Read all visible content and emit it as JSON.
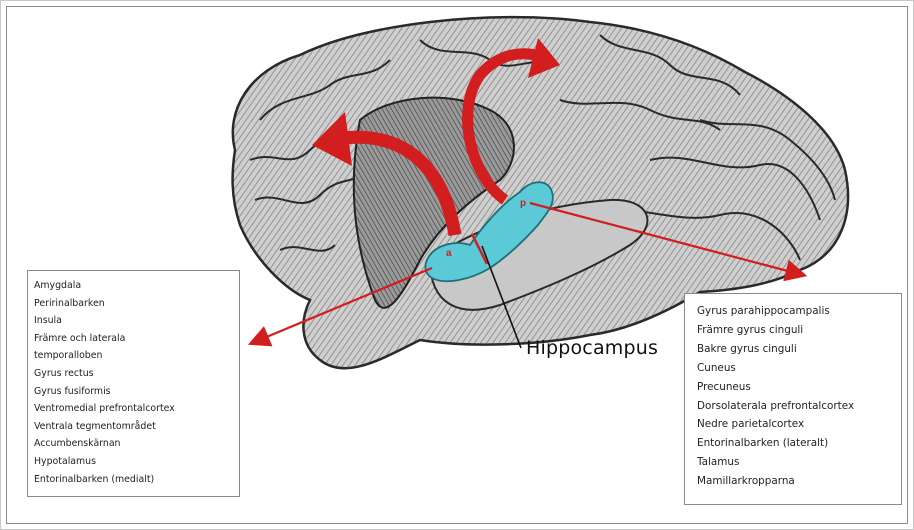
{
  "diagram": {
    "hippocampus_label": "Hippocampus",
    "region_markers": {
      "a": "a",
      "p": "p"
    },
    "anterior_connections": [
      "Amygdala",
      "Peririnalbarken",
      "Insula",
      "Främre och laterala",
      "temporalloben",
      "Gyrus rectus",
      "Gyrus fusiformis",
      "Ventromedial prefrontalcortex",
      "Ventrala tegmentområdet",
      "Accumbenskärnan",
      "Hypotalamus",
      "Entorinalbarken (medialt)"
    ],
    "posterior_connections": [
      "Gyrus parahippocampalis",
      "Främre gyrus cinguli",
      "Bakre gyrus cinguli",
      "Cuneus",
      "Precuneus",
      "Dorsolaterala prefrontalcortex",
      "Nedre parietalcortex",
      "Entorinalbarken (lateralt)",
      "Talamus",
      "Mamillarkropparna"
    ],
    "colors": {
      "arrow": "#d21e1e",
      "hippocampus": "#5cc9d6",
      "brain_outline": "#2a2a2a",
      "brain_fill": "#d9d9d9"
    }
  }
}
